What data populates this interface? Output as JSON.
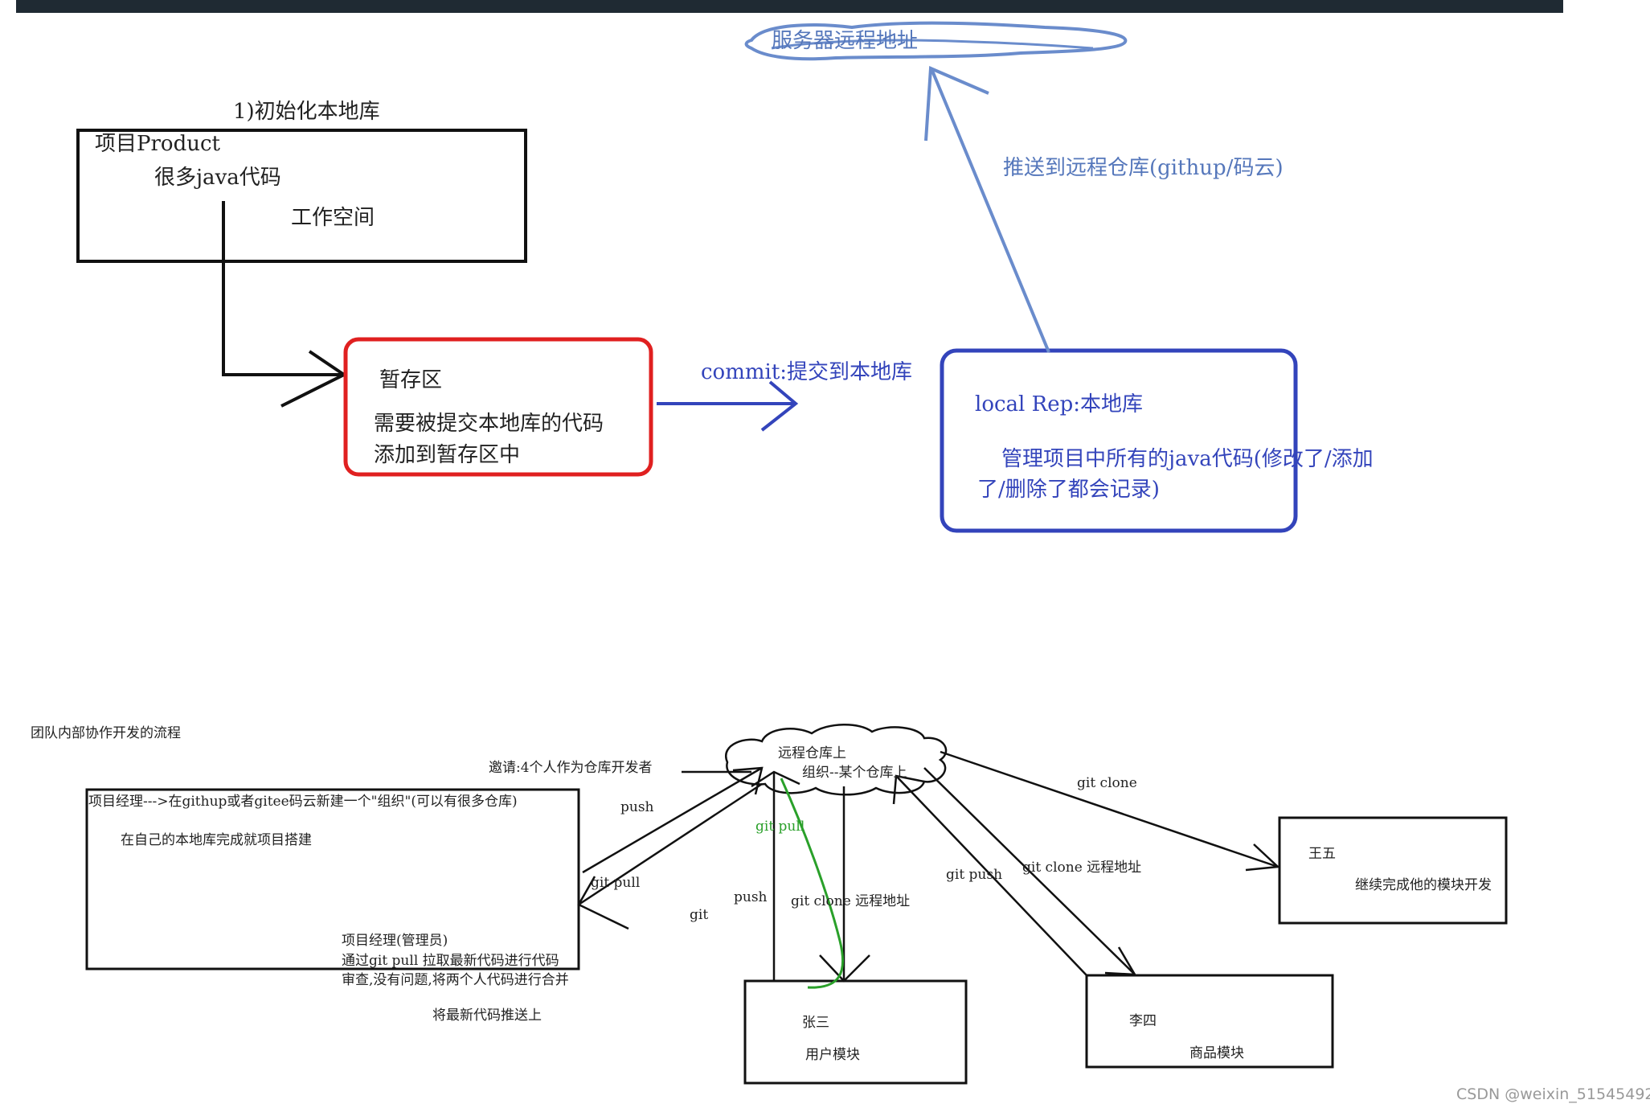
{
  "top": {
    "cloud_label": "服务器远程地址",
    "init_label": "1)初始化本地库",
    "workspace": {
      "line1": "项目Product",
      "line2": "很多java代码",
      "line3": "工作空间"
    },
    "staging": {
      "title": "暂存区",
      "line1": "需要被提交本地库的代码",
      "line2": "添加到暂存区中"
    },
    "commit_label": "commit:提交到本地库",
    "push_label": "推送到远程仓库(githup/码云)",
    "local_repo": {
      "title": "local Rep:本地库",
      "line1": "管理项目中所有的java代码(修改了/添加",
      "line2": "了/删除了都会记录)"
    }
  },
  "bottom": {
    "title": "团队内部协作开发的流程",
    "invite": "邀请:4个人作为仓库开发者",
    "cloud_line1": "远程仓库上",
    "cloud_line2": "组织--某个仓库上",
    "manager_box": {
      "line1": "项目经理--->在githup或者gitee码云新建一个\"组织\"(可以有很多仓库)",
      "line2": "在自己的本地库完成就项目搭建",
      "line3": "项目经理(管理员)",
      "line4": "通过git pull 拉取最新代码进行代码",
      "line5": "审查,没有问题,将两个人代码进行合并",
      "line6": "将最新代码推送上"
    },
    "labels": {
      "push_left": "push",
      "git_pull_left": "git pull",
      "git": "git",
      "git_pull_green": "git pull",
      "push_mid": "push",
      "git_clone_mid": "git clone 远程地址",
      "git_push_right": "git push",
      "git_clone_right": "git clone 远程地址",
      "git_clone_top": "git clone"
    },
    "zhangsan": {
      "name": "张三",
      "module": "用户模块"
    },
    "lisi": {
      "name": "李四",
      "module": "商品模块"
    },
    "wangwu": {
      "name": "王五",
      "module": "继续完成他的模块开发"
    }
  },
  "watermark": "CSDN @weixin_51545492",
  "colors": {
    "top_bar": "#1f2a33",
    "staging_border": "#e02020",
    "local_repo_border": "#3344bb",
    "push_arrow": "#6a8ccc",
    "green_line": "#2aa02a"
  }
}
